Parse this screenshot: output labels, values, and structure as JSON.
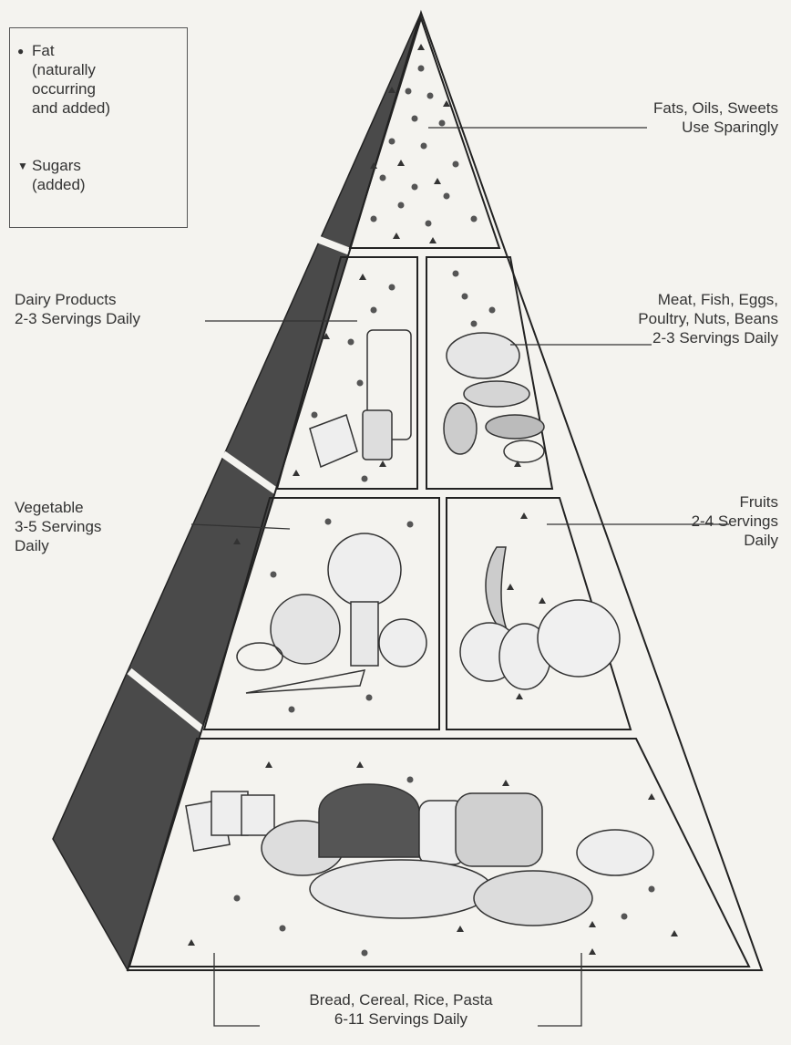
{
  "legend": {
    "fat": [
      "Fat",
      "(naturally",
      "occurring",
      "and added)"
    ],
    "sugars": [
      "Sugars",
      "(added)"
    ]
  },
  "groups": {
    "fats": {
      "line1": "Fats, Oils, Sweets",
      "line2": "Use Sparingly"
    },
    "dairy": {
      "line1": "Dairy Products",
      "line2": "2-3 Servings Daily"
    },
    "meat": {
      "line1": "Meat, Fish, Eggs,",
      "line2": "Poultry, Nuts, Beans",
      "line3": "2-3 Servings Daily"
    },
    "vegetable": {
      "line1": "Vegetable",
      "line2": "3-5 Servings",
      "line3": "Daily"
    },
    "fruits": {
      "line1": "Fruits",
      "line2": "2-4 Servings",
      "line3": "Daily"
    },
    "bread": {
      "line1": "Bread, Cereal, Rice, Pasta",
      "line2": "6-11 Servings Daily"
    }
  },
  "colors": {
    "ink": "#2a2a2a",
    "side": "#4a4a4a",
    "paper": "#f4f3ef"
  }
}
